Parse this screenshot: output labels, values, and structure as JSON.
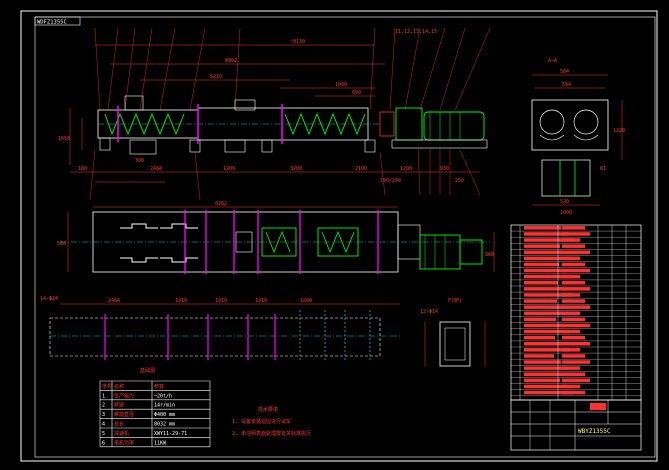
{
  "drawing_number_top": "WDFZ1355C",
  "title_block_number": "WBYZ1355C",
  "section_label": "A—A",
  "view_label_f": "F(俯)",
  "main_dims": {
    "total_len": "~9130",
    "top_a": "5210",
    "top_b": "8902",
    "right_a": "1000",
    "right_b": "650",
    "left_height": "1650",
    "mid_300": "300",
    "sub1": "180",
    "sub2": "2484",
    "sub3": "1200",
    "sub4": "3200",
    "sub5": "2100",
    "sub6": "1200",
    "sub7": "930",
    "sub8": "250",
    "foot": "190/250",
    "label_top_r": "11,12,13,14,15",
    "plan_len": "8282",
    "plan_w": "584",
    "plan_r": "860"
  },
  "section_dims": {
    "w1": "584",
    "w2": "554",
    "h": "1220",
    "bottom": "520",
    "bottom2": "1000",
    "k1": "K1"
  },
  "foundation_dims": [
    "2484",
    "1810",
    "1810",
    "1810",
    "1800"
  ],
  "foundation_label": "12-Φ14",
  "foundation_sub": "基础图",
  "foundation_side": "14-Φ24",
  "spec_table": {
    "headers": [
      "序号",
      "名称",
      "参数"
    ],
    "rows": [
      [
        "1",
        "生产能力",
        "~20t/h"
      ],
      [
        "2",
        "转速",
        "14r/min"
      ],
      [
        "3",
        "螺旋直径",
        "Φ400 mm"
      ],
      [
        "4",
        "总长",
        "8032 mm"
      ],
      [
        "5",
        "减速机",
        "XWY11-29-71"
      ],
      [
        "6",
        "电机功率",
        "11KW"
      ]
    ]
  },
  "notes": {
    "heading": "技术要求",
    "items": [
      "1. 设备安装后应进行试车",
      "2. 未注明表面处理按有关标准执行"
    ]
  },
  "colors": {
    "background": "#000000",
    "outline": "#ffffff",
    "dimension": "#ff3030",
    "equipment": "#00ff00",
    "flange": "#ff00ff",
    "center_line": "#00ffff",
    "title_text": "#ffff40"
  }
}
